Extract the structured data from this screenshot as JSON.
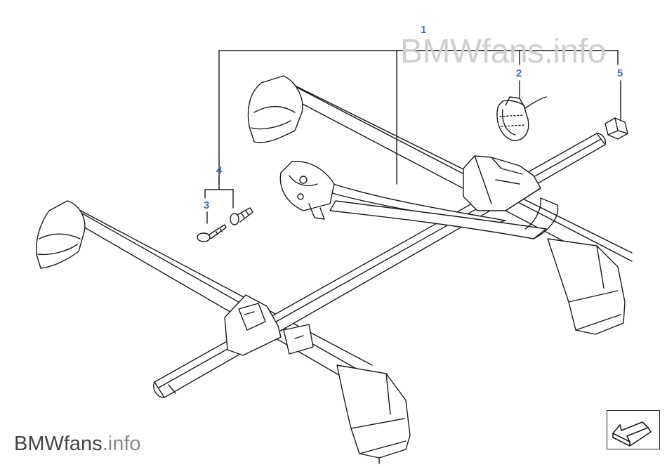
{
  "watermark": {
    "brand": "BMWfans",
    "suffix": ".info"
  },
  "callouts": [
    {
      "id": "1",
      "label": "1"
    },
    {
      "id": "2",
      "label": "2"
    },
    {
      "id": "3",
      "label": "3"
    },
    {
      "id": "4",
      "label": "4"
    },
    {
      "id": "5",
      "label": "5"
    }
  ],
  "nav": {
    "icon": "arrow-back-icon"
  },
  "colors": {
    "callout": "#3f6fb0",
    "line": "#1a1a1a",
    "watermark": "#cfcfcf"
  }
}
